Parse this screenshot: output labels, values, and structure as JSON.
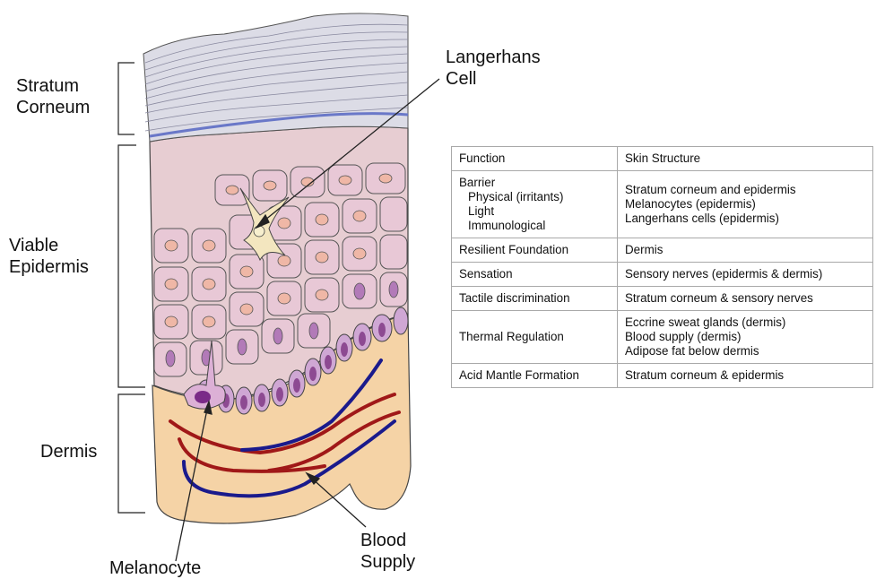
{
  "labels": {
    "stratum_corneum": [
      "Stratum",
      "Corneum"
    ],
    "viable_epidermis": [
      "Viable",
      "Epidermis"
    ],
    "dermis": "Dermis",
    "langerhans": [
      "Langerhans",
      "Cell"
    ],
    "melanocyte": "Melanocyte",
    "blood_supply": [
      "Blood",
      "Supply"
    ]
  },
  "table": {
    "header": {
      "function": "Function",
      "structure": "Skin Structure"
    },
    "barrier": {
      "function": "Barrier",
      "sub": [
        "Physical (irritants)",
        "Light",
        "Immunological"
      ],
      "structure": [
        "Stratum corneum and epidermis",
        "Melanocytes (epidermis)",
        "Langerhans cells (epidermis)"
      ]
    },
    "resilient": {
      "function": "Resilient Foundation",
      "structure": "Dermis"
    },
    "sensation": {
      "function": "Sensation",
      "structure": "Sensory nerves (epidermis & dermis)"
    },
    "tactile": {
      "function": "Tactile discrimination",
      "structure": "Stratum corneum & sensory nerves"
    },
    "thermal": {
      "function": "Thermal Regulation",
      "structure": [
        "Eccrine sweat glands (dermis)",
        "Blood supply (dermis)",
        "Adipose fat below dermis"
      ]
    },
    "acid": {
      "function": "Acid Mantle Formation",
      "structure": "Stratum corneum & epidermis"
    }
  },
  "colors": {
    "stratum_corneum": "#dcdce6",
    "epidermis_top": "#e7cdd2",
    "cell_fill": "#e8c8d6",
    "basal_nucleus": "#a85aa8",
    "dermis": "#f5d3a6",
    "artery": "#a01818",
    "vein": "#1a1a8c"
  }
}
